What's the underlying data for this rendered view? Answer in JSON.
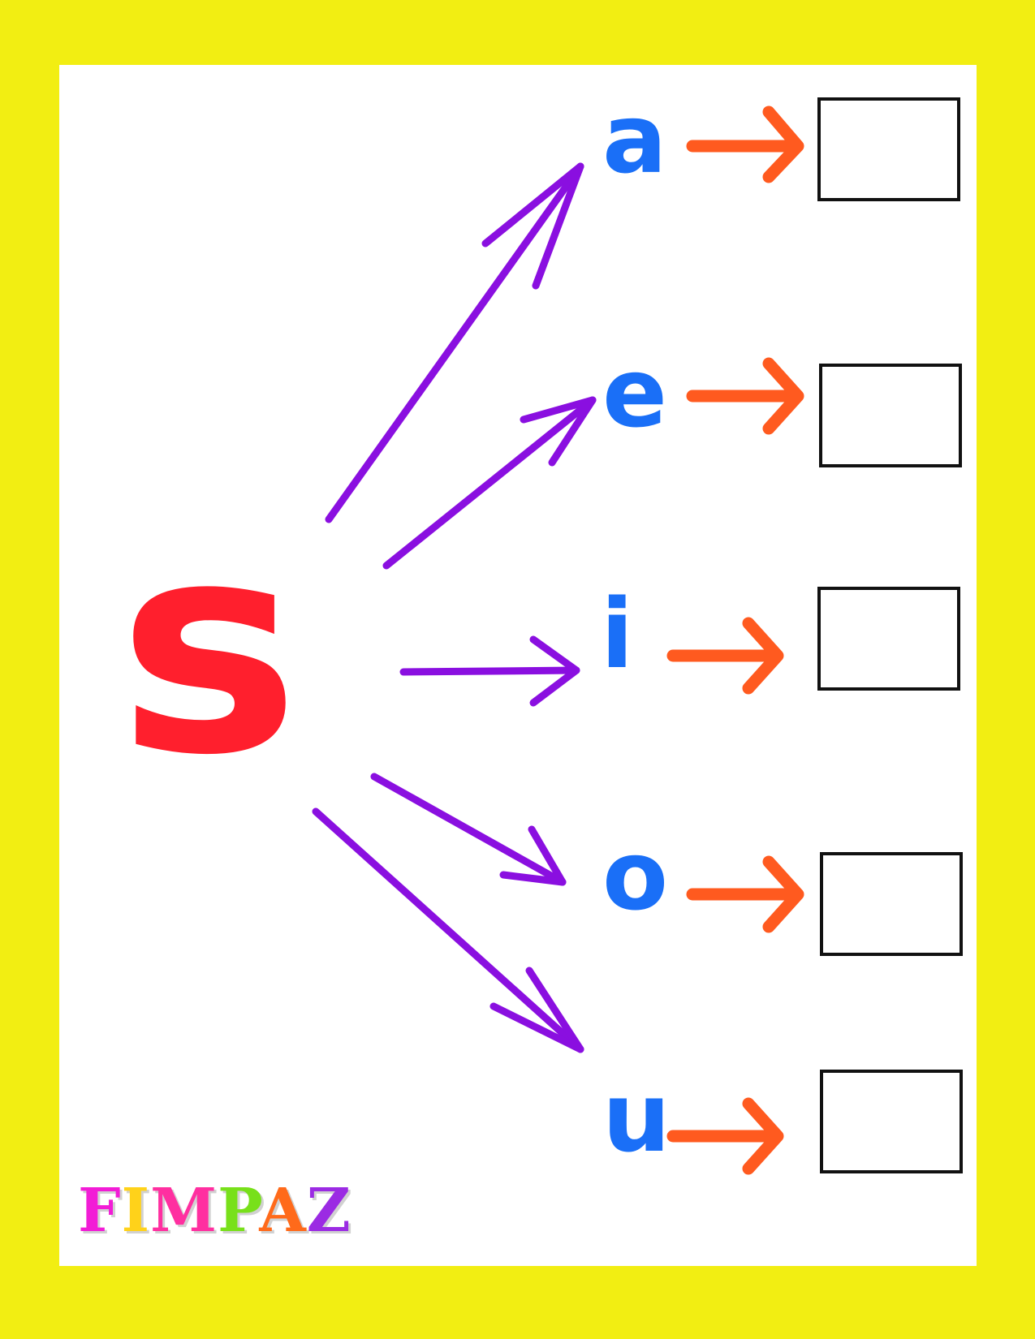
{
  "worksheet": {
    "main_letter": "s",
    "vowels": [
      "a",
      "e",
      "i",
      "o",
      "u"
    ],
    "logo": {
      "letters": [
        "F",
        "I",
        "M",
        "P",
        "A",
        "Z"
      ],
      "colors": [
        "#f21cd6",
        "#ffd21a",
        "#ff2fa0",
        "#78e01a",
        "#ff6a1a",
        "#9b2be3"
      ]
    },
    "colors": {
      "border": "#f2ee12",
      "main_letter": "#ff1f2d",
      "vowels": "#1a6ff7",
      "fan_arrows": "#8a0fe0",
      "short_arrows": "#ff5a1f",
      "boxes": "#111111"
    }
  }
}
